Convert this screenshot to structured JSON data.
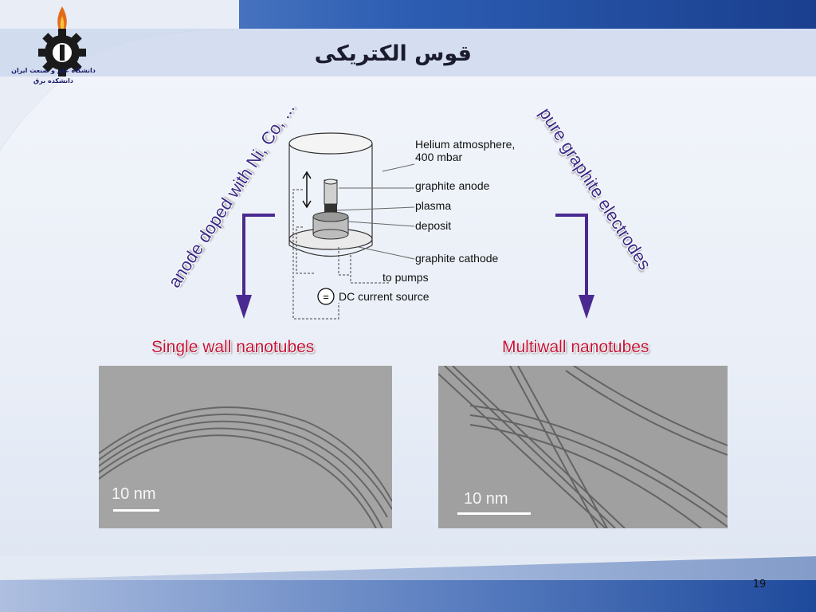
{
  "header": {
    "title": "قوس الکتریکی",
    "logo_alt": "university-logo",
    "university": "دانشگاه علم و صنعت ایران",
    "faculty": "دانشکده برق"
  },
  "diagram": {
    "left_curved_label": "anode doped with Ni, Co, ...",
    "right_curved_label": "pure graphite electrodes",
    "labels": {
      "helium1": "Helium atmosphere,",
      "helium2": "400 mbar",
      "anode": "graphite anode",
      "plasma": "plasma",
      "deposit": "deposit",
      "cathode": "graphite cathode",
      "pumps": "to pumps",
      "source": "DC current source",
      "source_symbol": "="
    }
  },
  "images": {
    "single": {
      "caption": "Single wall nanotubes",
      "scale": "10 nm"
    },
    "multi": {
      "caption": "Multiwall nanotubes",
      "scale": "10 nm"
    }
  },
  "footer": {
    "page_number": "19"
  },
  "colors": {
    "header_band": "#1e4fa0",
    "arrow": "#4a2a90",
    "caption_red": "#c4143a"
  }
}
